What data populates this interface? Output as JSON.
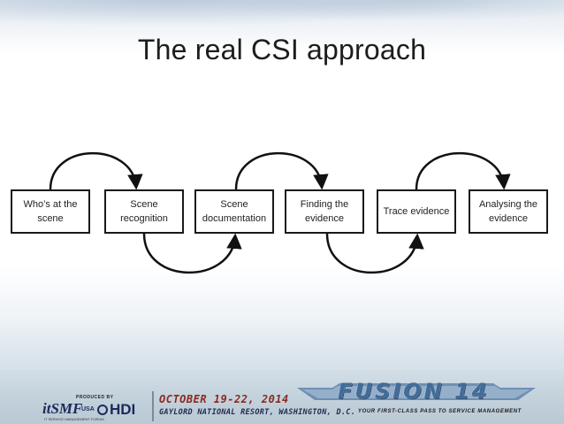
{
  "slide": {
    "title": "The real CSI approach"
  },
  "steps": [
    {
      "label": "Who’s at the scene"
    },
    {
      "label": "Scene recognition"
    },
    {
      "label": "Scene documentation"
    },
    {
      "label": "Finding the evidence"
    },
    {
      "label": "Trace evidence"
    },
    {
      "label": "Analysing the evidence"
    }
  ],
  "footer": {
    "produced_by": "PRODUCED BY",
    "itsmf_logo": "itSMF",
    "itsmf_usa": "USA",
    "itsmf_sub": "IT SERVICE MANAGEMENT FORUM",
    "hdi_logo": "HDI",
    "event_dates": "OCTOBER 19-22, 2014",
    "event_venue": "GAYLORD NATIONAL RESORT, WASHINGTON, D.C.",
    "conference_logo": "FUSION 14",
    "tagline": "YOUR FIRST-CLASS PASS TO SERVICE MANAGEMENT"
  },
  "colors": {
    "box_border": "#1a1a1a",
    "arrow": "#111111",
    "title_text": "#1d1d1d"
  }
}
